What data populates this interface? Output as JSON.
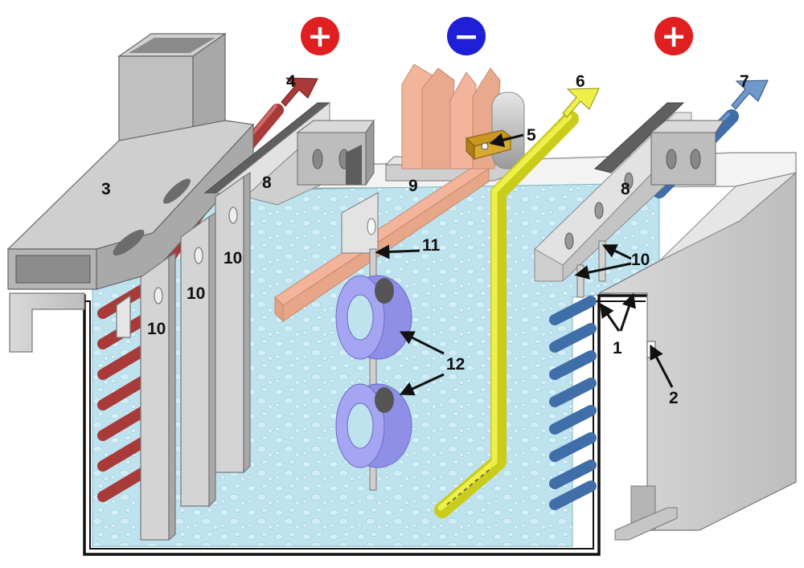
{
  "title": "",
  "colors": {
    "electrolyte": "#bfe3ee",
    "anode_cooling_inlet": "#a83a3a",
    "cathode_contact": "#f2b49a",
    "agitation_line": "#e3e62a",
    "cooling_outlet": "#3f6ea8",
    "workpiece": "#8f8fe8",
    "positive": "#e02020",
    "negative": "#1f1fd8",
    "frame_grey": "#c8c8c8"
  },
  "polarity": {
    "left": "+",
    "center": "−",
    "right": "+"
  },
  "labels": {
    "l1": "1",
    "l2": "2",
    "l3": "3",
    "l4": "4",
    "l5": "5",
    "l6": "6",
    "l7": "7",
    "l8a": "8",
    "l8b": "8",
    "l9": "9",
    "l10a": "10",
    "l10b": "10",
    "l10c": "10",
    "l10d": "10",
    "l11": "11",
    "l12": "12"
  }
}
